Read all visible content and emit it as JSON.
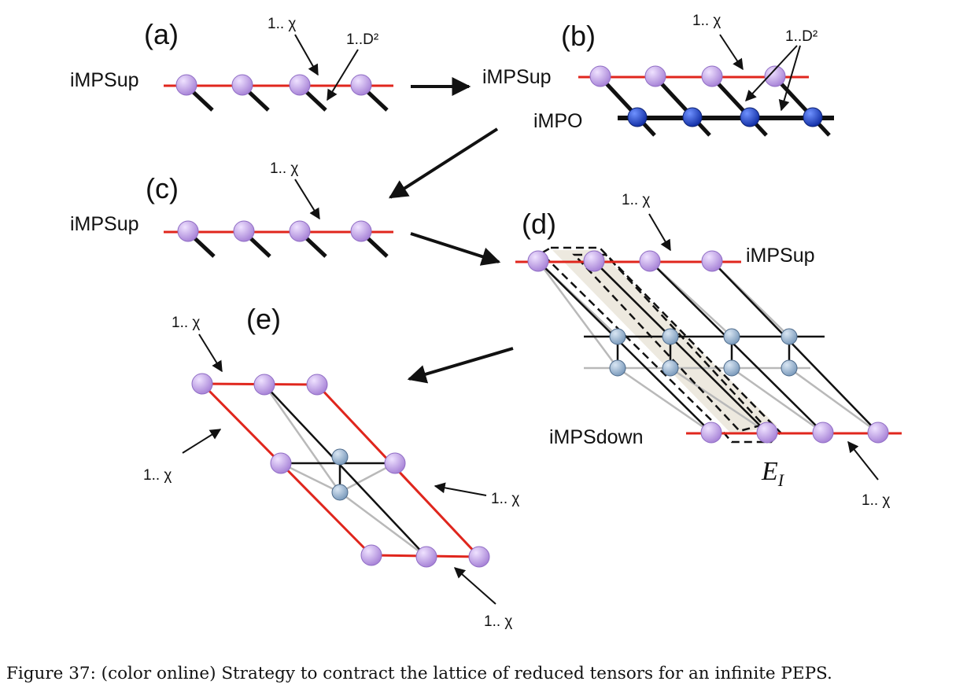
{
  "colors": {
    "mps_bond": "#e0261d",
    "leg": "#111111",
    "mps_node": "#c6a4ec",
    "mpo_node": "#2554d6",
    "peps_node": "#9bb6d3",
    "gray_line": "#b9b9b9",
    "highlight": "#ede9df"
  },
  "icons": {
    "mps_tensor": "lavender-circle-icon",
    "mpo_tensor": "blue-circle-icon",
    "peps_tensor": "steel-blue-circle-icon",
    "flow_arrow": "arrow-icon"
  },
  "panels": {
    "a": {
      "label": "(a)",
      "row_label": "iMPSup",
      "chi": "1.. χ",
      "d2": "1..D²"
    },
    "b": {
      "label": "(b)",
      "row_label_top": "iMPSup",
      "row_label_bottom": "iMPO",
      "chi": "1.. χ",
      "d2": "1..D²"
    },
    "c": {
      "label": "(c)",
      "row_label": "iMPSup",
      "chi": "1.. χ"
    },
    "d": {
      "label": "(d)",
      "row_label_top": "iMPSup",
      "row_label_bottom": "iMPSdown",
      "chi_top": "1.. χ",
      "chi_bottom": "1.. χ",
      "env_label": "E",
      "env_sub": "I"
    },
    "e": {
      "label": "(e)",
      "chi_top": "1.. χ",
      "chi_left": "1.. χ",
      "chi_right": "1.. χ",
      "chi_bottom": "1.. χ"
    }
  },
  "caption": "Figure 37: (color online) Strategy to contract the lattice of reduced tensors for an infinite PEPS."
}
